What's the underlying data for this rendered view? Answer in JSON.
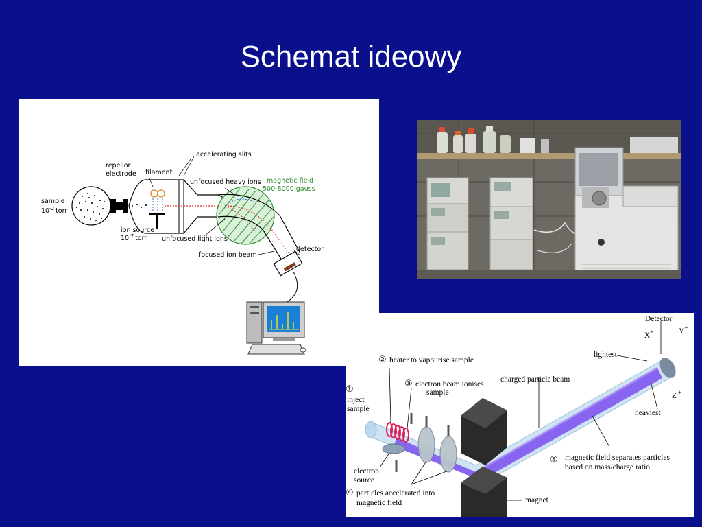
{
  "slide": {
    "title": "Schemat ideowy"
  },
  "diagram_a": {
    "labels": {
      "sample": "sample",
      "sample_pressure_base": "10",
      "sample_pressure_exp": "-2",
      "sample_pressure_unit": "torr",
      "repellor_1": "repellor",
      "repellor_2": "electrode",
      "filament": "filament",
      "accelerating_slits": "accelerating slits",
      "unfocused_heavy": "unfocused heavy ions",
      "magnetic_field": "magnetic field",
      "gauss": "500-8000 gauss",
      "ion_source": "ion source",
      "ion_pressure_base": "10",
      "ion_pressure_exp": "-7",
      "ion_pressure_unit": "torr",
      "unfocused_light": "unfocused light ions",
      "detector": "detector",
      "focused_beam": "focused ion beam"
    },
    "colors": {
      "field_green": "#2e8b2e",
      "beam_red": "#e0302a",
      "beam_blue": "#2a6fd6"
    }
  },
  "photo": {
    "subject": "lab-instrument-photo"
  },
  "diagram_b": {
    "labels": {
      "step1_num": "①",
      "inject_1": "inject",
      "inject_2": "sample",
      "step2_num": "②",
      "heater": "heater to vapourise sample",
      "step3_num": "③",
      "electron_beam_1": "electron beam ionises",
      "electron_beam_2": "sample",
      "electron_source_1": "electron",
      "electron_source_2": "source",
      "step4_num": "④",
      "accelerated_1": "particles accelerated into",
      "accelerated_2": "magnetic field",
      "charged_beam": "charged particle beam",
      "lightest": "lightest",
      "detector": "Detector",
      "x": "X",
      "y": "Y",
      "z": "Z",
      "plus": "+",
      "heaviest": "heaviest",
      "step5_num": "⑤",
      "separates_1": "magnetic field separates particles",
      "separates_2": "based on mass/charge ratio",
      "magnet": "magnet"
    },
    "colors": {
      "beam": "#7b4ff0",
      "tube": "#cfe3f2"
    }
  }
}
